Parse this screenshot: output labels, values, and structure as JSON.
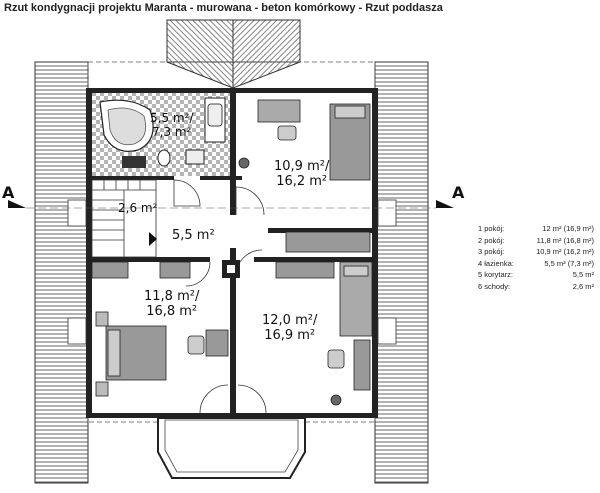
{
  "title": "Rzut kondygnacji projektu Maranta - murowana - beton komórkowy - Rzut poddasza",
  "section_marks": [
    "A",
    "A"
  ],
  "rooms": [
    {
      "id": "bathroom",
      "line1": "5,5 m²/",
      "line2": "7,3 m²"
    },
    {
      "id": "room-ne",
      "line1": "10,9 m²/",
      "line2": "16,2 m²"
    },
    {
      "id": "stairs",
      "line1": "2,6 m²",
      "line2": ""
    },
    {
      "id": "corridor",
      "line1": "5,5 m²",
      "line2": ""
    },
    {
      "id": "room-sw",
      "line1": "11,8 m²/",
      "line2": "16,8 m²"
    },
    {
      "id": "room-se",
      "line1": "12,0 m²/",
      "line2": "16,9 m²"
    }
  ],
  "legend": [
    {
      "label": "1 pokój:",
      "value": "12 m² (16,9 m²)"
    },
    {
      "label": "2 pokój:",
      "value": "11,8 m² (16,8 m²)"
    },
    {
      "label": "3 pokój:",
      "value": "10,9 m² (16,2 m²)"
    },
    {
      "label": "4 łazienka:",
      "value": "5,5 m² (7,3 m²)"
    },
    {
      "label": "5 korytarz:",
      "value": "5,5 m²"
    },
    {
      "label": "6 schody:",
      "value": "2,6 m²"
    }
  ]
}
